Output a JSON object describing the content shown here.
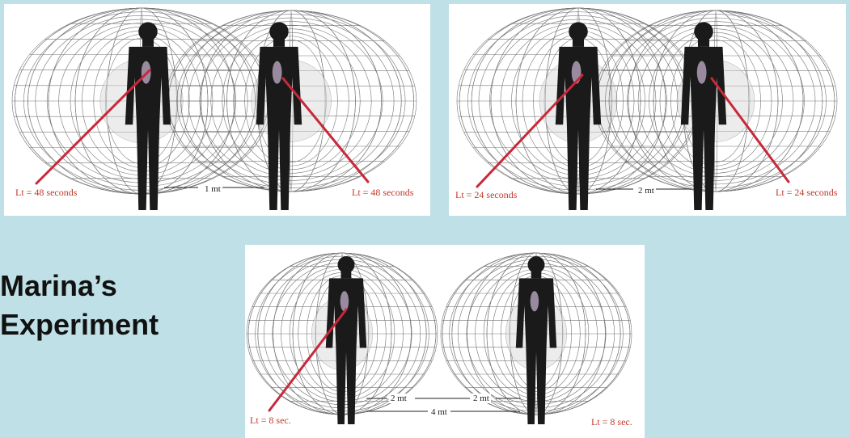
{
  "title_line1": "Marina’s",
  "title_line2": "Experiment",
  "panels": [
    {
      "left_label": "Lt = 48 seconds",
      "right_label": "Lt = 48 seconds",
      "distance": "1 mt"
    },
    {
      "left_label": "Lt = 24 seconds",
      "right_label": "Lt = 24 seconds",
      "distance": "2 mt"
    },
    {
      "left_label": "Lt = 8 sec.",
      "right_label": "Lt = 8 sec.",
      "distance_a": "2 mt",
      "distance_b": "2 mt",
      "distance_total": "4 mt"
    }
  ],
  "colors": {
    "background": "#bfe0e6",
    "panel": "#ffffff",
    "pointer_line": "#c8283a",
    "figure": "#1a1a1a"
  }
}
